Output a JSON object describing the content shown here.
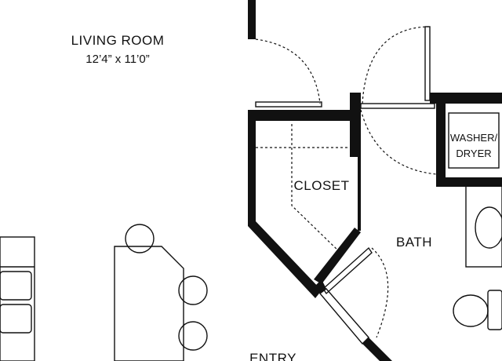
{
  "plan": {
    "living_room": {
      "name": "LIVING ROOM",
      "dimensions": "12’4” x 11’0”"
    },
    "closet": {
      "name": "CLOSET"
    },
    "bath": {
      "name": "BATH"
    },
    "washer_dryer": {
      "line1": "WASHER/",
      "line2": "DRYER"
    },
    "entry": {
      "name": "ENTRY"
    }
  },
  "colors": {
    "wall": "#111111",
    "background": "#ffffff"
  }
}
